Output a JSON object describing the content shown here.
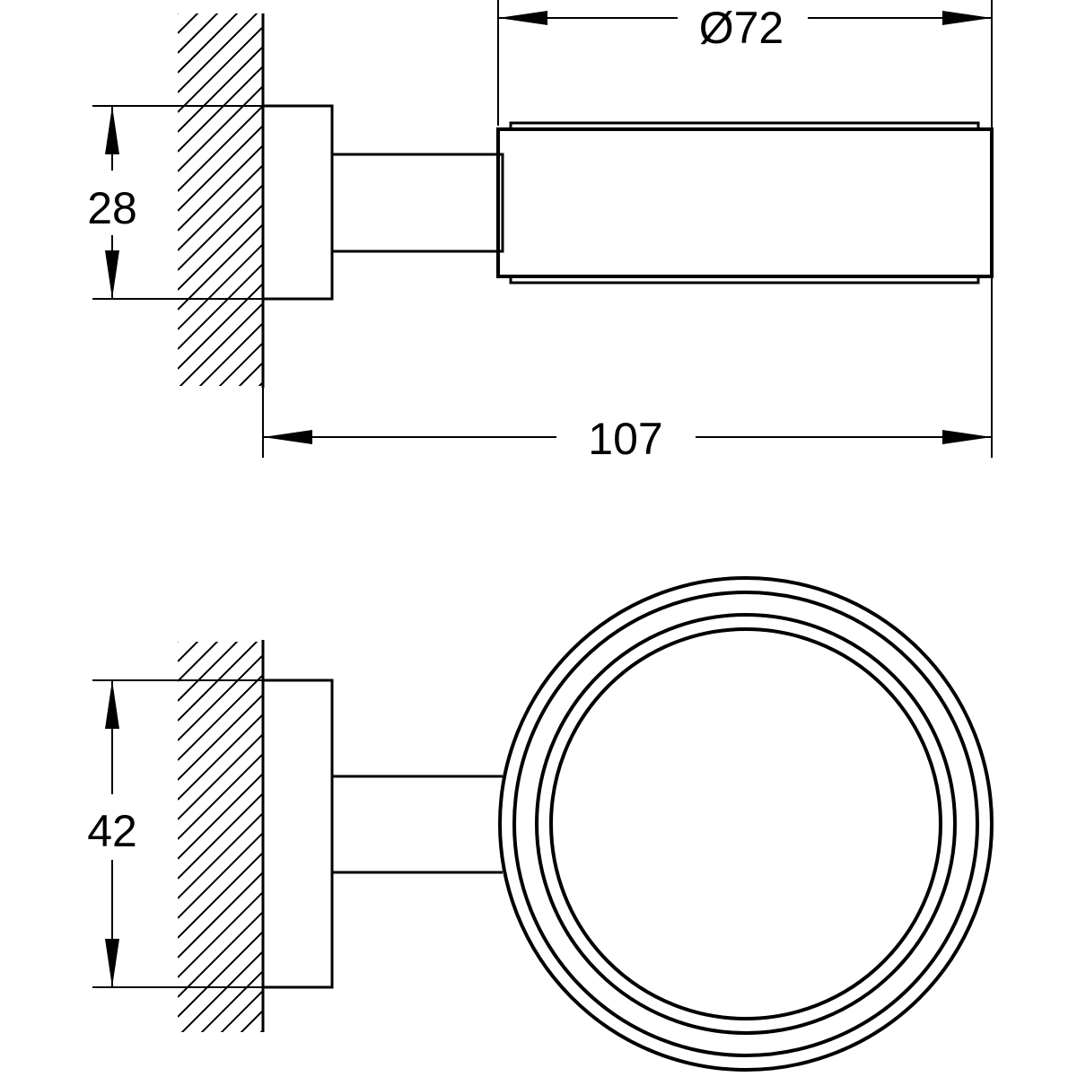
{
  "drawing": {
    "side_view": {
      "diameter_label": "Ø72",
      "height_label": "28",
      "depth_label": "107"
    },
    "top_view": {
      "height_label": "42"
    },
    "colors": {
      "line": "#000000",
      "background": "#ffffff"
    }
  }
}
